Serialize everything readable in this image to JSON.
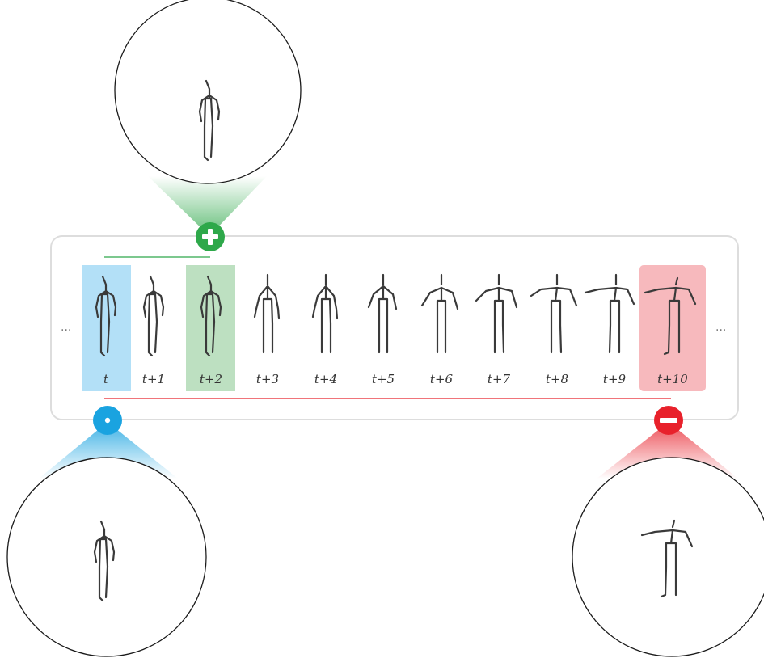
{
  "sequence": {
    "left_ellipsis": "...",
    "right_ellipsis": "...",
    "frames": [
      {
        "label": "t",
        "pose": "neutral",
        "role": "anchor"
      },
      {
        "label": "t+1",
        "pose": "neutral",
        "role": ""
      },
      {
        "label": "t+2",
        "pose": "neutral",
        "role": "positive"
      },
      {
        "label": "t+3",
        "pose": "slight",
        "role": ""
      },
      {
        "label": "t+4",
        "pose": "slight",
        "role": ""
      },
      {
        "label": "t+5",
        "pose": "raise1",
        "role": ""
      },
      {
        "label": "t+6",
        "pose": "raise2",
        "role": ""
      },
      {
        "label": "t+7",
        "pose": "raise3",
        "role": ""
      },
      {
        "label": "t+8",
        "pose": "raise4",
        "role": ""
      },
      {
        "label": "t+9",
        "pose": "raise5",
        "role": ""
      },
      {
        "label": "t+10",
        "pose": "raise6",
        "role": "negative"
      }
    ]
  },
  "markers": {
    "anchor": {
      "icon": "dot-icon",
      "color": "#1aa3e0"
    },
    "positive": {
      "icon": "plus-icon",
      "color": "#2ea84a"
    },
    "negative": {
      "icon": "minus-icon",
      "color": "#e8212b"
    }
  },
  "colors": {
    "anchor_highlight": "#b3e0f7",
    "positive_highlight": "#bde0c1",
    "negative_highlight": "#f7b9bd",
    "positive_line": "#2ea84a",
    "negative_line": "#e8212b",
    "panel_border": "#dddddd"
  }
}
